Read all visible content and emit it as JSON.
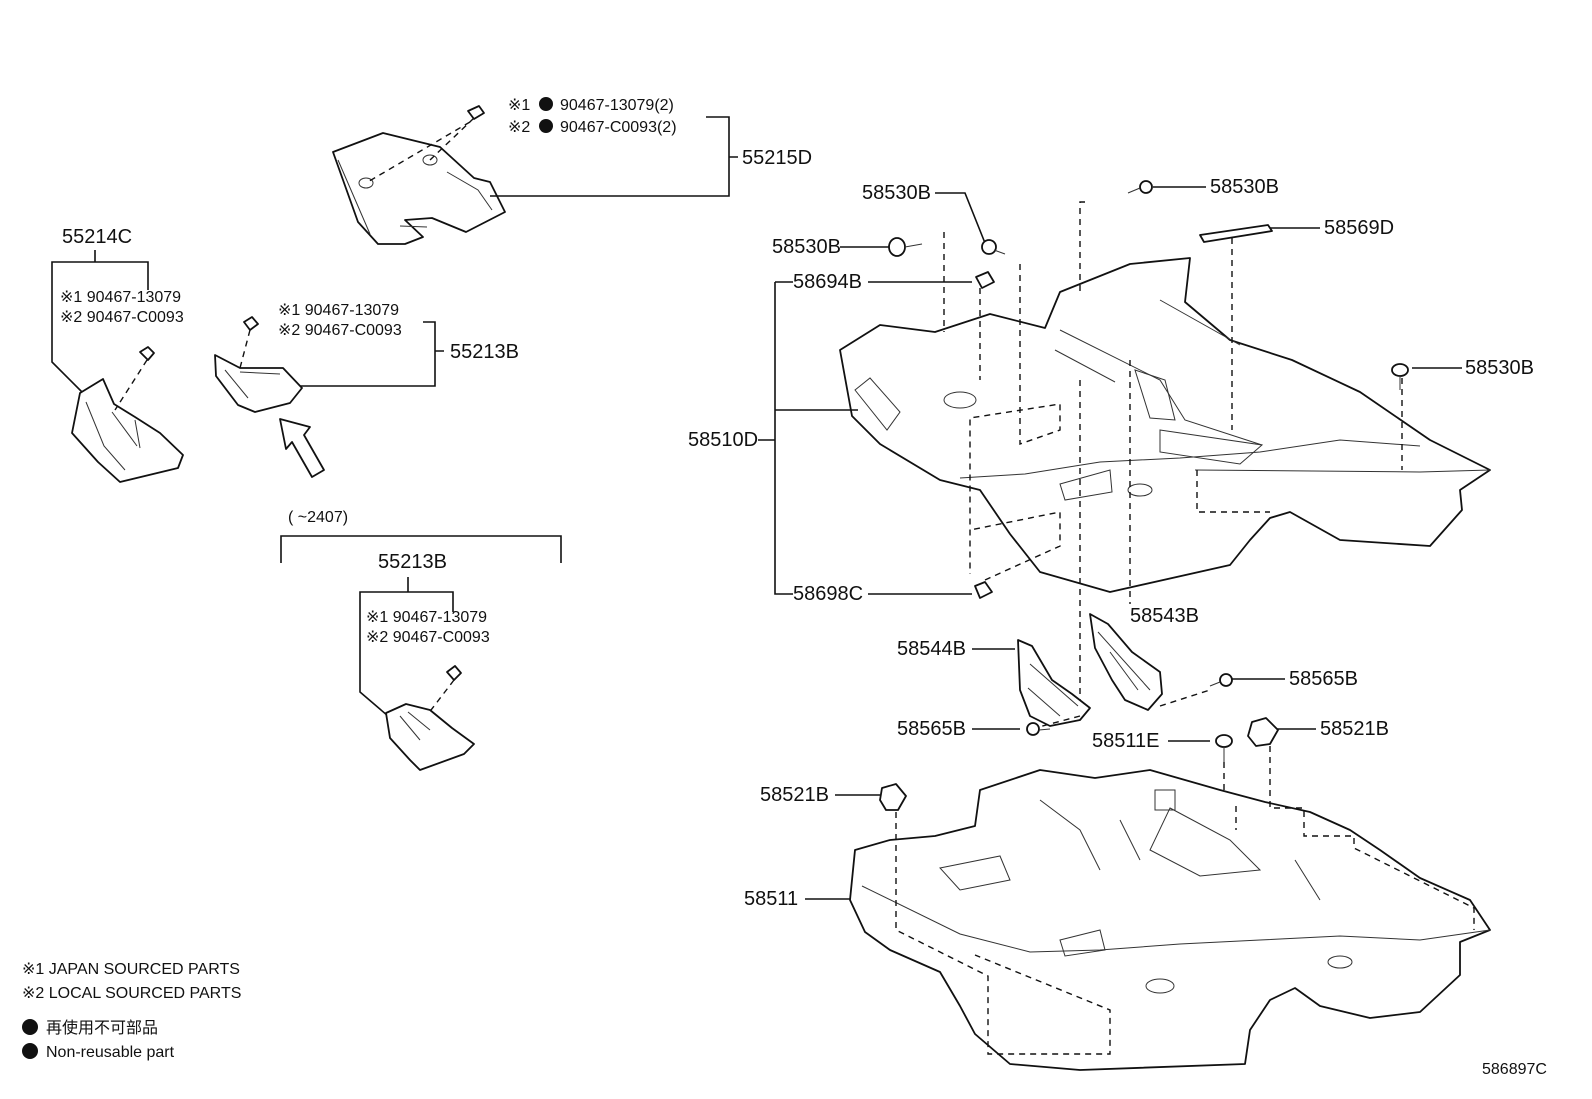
{
  "labels": {
    "p55215D": "55215D",
    "p55215D_c1": "※1",
    "p55215D_c1v": "90467-13079(2)",
    "p55215D_c2": "※2",
    "p55215D_c2v": "90467-C0093(2)",
    "p55214C": "55214C",
    "p55214C_c1": "※1 90467-13079",
    "p55214C_c2": "※2 90467-C0093",
    "p55213B_a": "55213B",
    "p55213B_a_c1": "※1 90467-13079",
    "p55213B_a_c2": "※2 90467-C0093",
    "range": "(      ~2407)",
    "p55213B_b": "55213B",
    "p55213B_b_c1": "※1 90467-13079",
    "p55213B_b_c2": "※2 90467-C0093",
    "p58530B_1": "58530B",
    "p58530B_2": "58530B",
    "p58530B_3": "58530B",
    "p58530B_4": "58530B",
    "p58569D": "58569D",
    "p58694B": "58694B",
    "p58510D": "58510D",
    "p58698C": "58698C",
    "p58543B": "58543B",
    "p58544B": "58544B",
    "p58565B_1": "58565B",
    "p58565B_2": "58565B",
    "p58511E": "58511E",
    "p58521B_1": "58521B",
    "p58521B_2": "58521B",
    "p58511": "58511"
  },
  "legend": {
    "japan": "※1 JAPAN SOURCED PARTS",
    "local": "※2 LOCAL SOURCED PARTS",
    "nonreuse_jp": "再使用不可部品",
    "nonreuse_en": "Non-reusable part"
  },
  "diagram_id": "586897C"
}
